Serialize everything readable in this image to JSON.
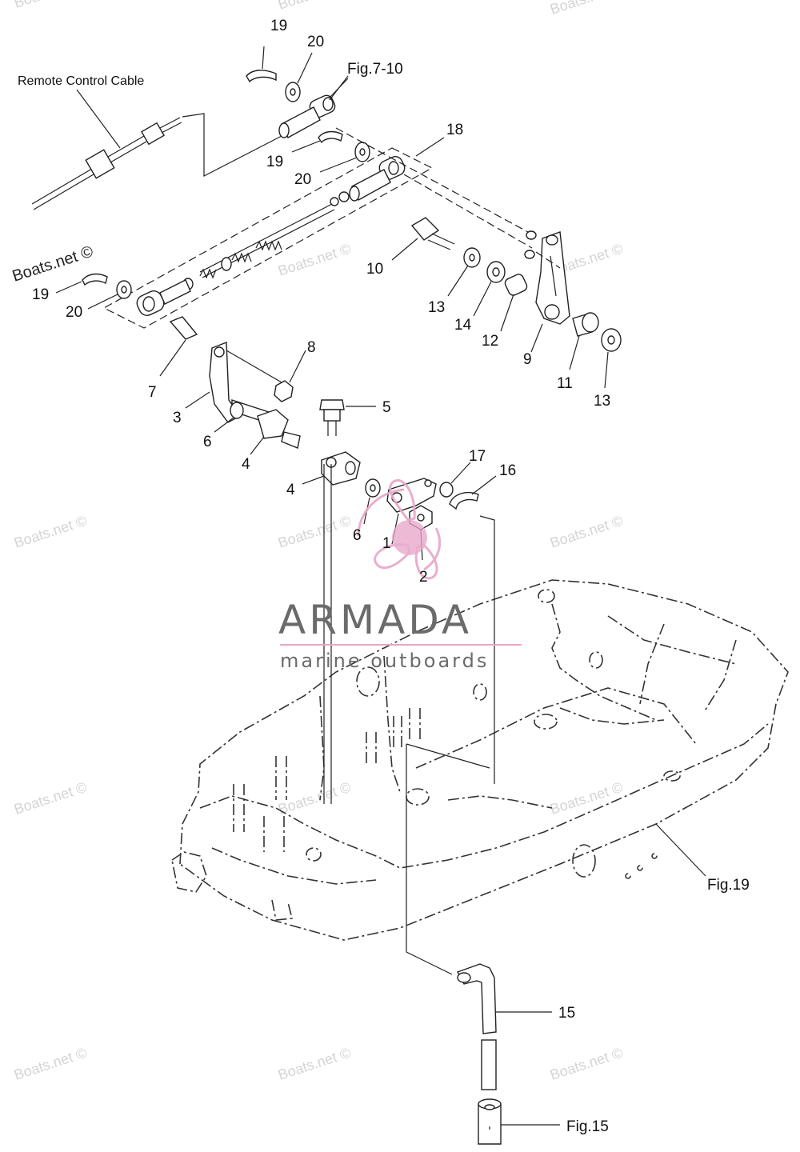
{
  "labels": {
    "remote_cable": "Remote Control Cable",
    "fig_7_10": "Fig.7-10",
    "fig_19": "Fig.19",
    "fig_15": "Fig.15"
  },
  "part_numbers": {
    "p1": "1",
    "p2": "2",
    "p3": "3",
    "p4a": "4",
    "p4b": "4",
    "p5": "5",
    "p6a": "6",
    "p6b": "6",
    "p7": "7",
    "p8": "8",
    "p9": "9",
    "p10": "10",
    "p11": "11",
    "p12": "12",
    "p13a": "13",
    "p13b": "13",
    "p14": "14",
    "p15": "15",
    "p16": "16",
    "p17": "17",
    "p18": "18",
    "p19a": "19",
    "p19b": "19",
    "p19c": "19",
    "p20a": "20",
    "p20b": "20",
    "p20c": "20"
  },
  "watermark": {
    "text": "Boats.net ©"
  },
  "brand": {
    "name": "ARMADA",
    "tagline": "marine outboards",
    "accent_color": "#e8a6c8",
    "text_color": "#6b6b6b"
  }
}
